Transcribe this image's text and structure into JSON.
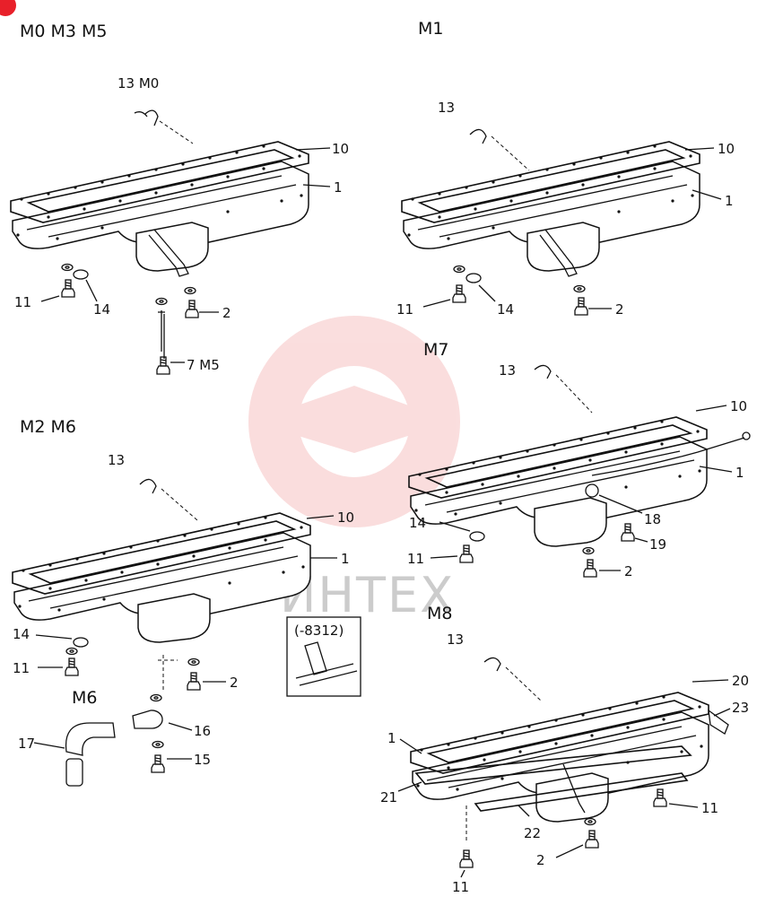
{
  "watermark": {
    "text": "ИНТЕХ",
    "color": "#f4b5b5"
  },
  "corner_badge_color": "#e8202a",
  "sections": [
    {
      "id": "m0",
      "title": "M0 M3 M5",
      "labels": [
        "13 M0",
        "10",
        "1",
        "11",
        "14",
        "2",
        "7 M5"
      ]
    },
    {
      "id": "m1",
      "title": "M1",
      "labels": [
        "13",
        "10",
        "1",
        "11",
        "14",
        "2"
      ]
    },
    {
      "id": "m2",
      "title": "M2 M6",
      "labels": [
        "13",
        "10",
        "1",
        "14",
        "11",
        "2"
      ]
    },
    {
      "id": "m6",
      "title": "M6",
      "labels": [
        "17",
        "16",
        "15"
      ]
    },
    {
      "id": "m7",
      "title": "M7",
      "labels": [
        "13",
        "10",
        "1",
        "18",
        "14",
        "11",
        "19",
        "2"
      ]
    },
    {
      "id": "m8",
      "title": "M8",
      "labels": [
        "13",
        "20",
        "23",
        "1",
        "21",
        "22",
        "11",
        "2",
        "11"
      ]
    }
  ],
  "inset": {
    "label": "(-8312)"
  }
}
